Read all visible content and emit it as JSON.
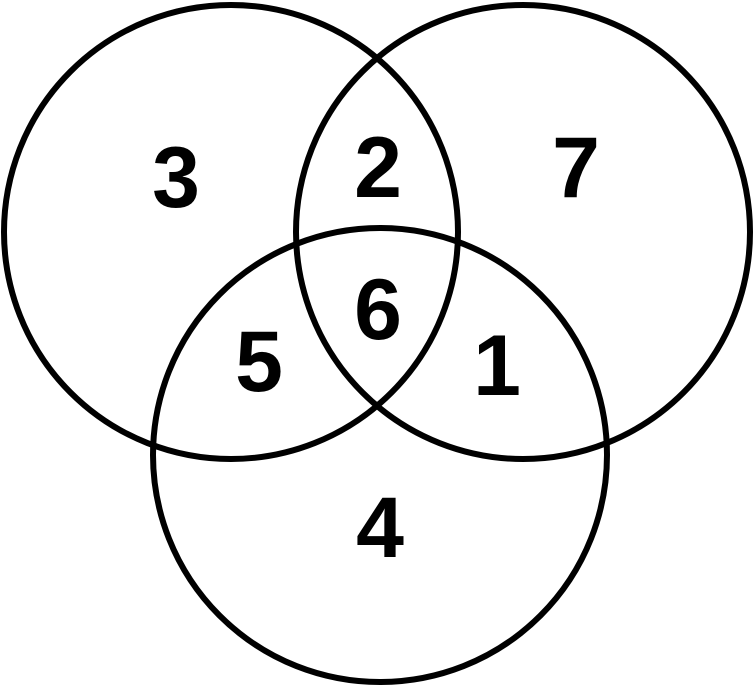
{
  "diagram": {
    "type": "venn-3",
    "stroke_color": "#000000",
    "background": "#ffffff",
    "regions": {
      "left_only": "3",
      "left_right": "2",
      "right_only": "7",
      "all_three": "6",
      "left_bottom": "5",
      "right_bottom": "1",
      "bottom_only": "4"
    }
  }
}
